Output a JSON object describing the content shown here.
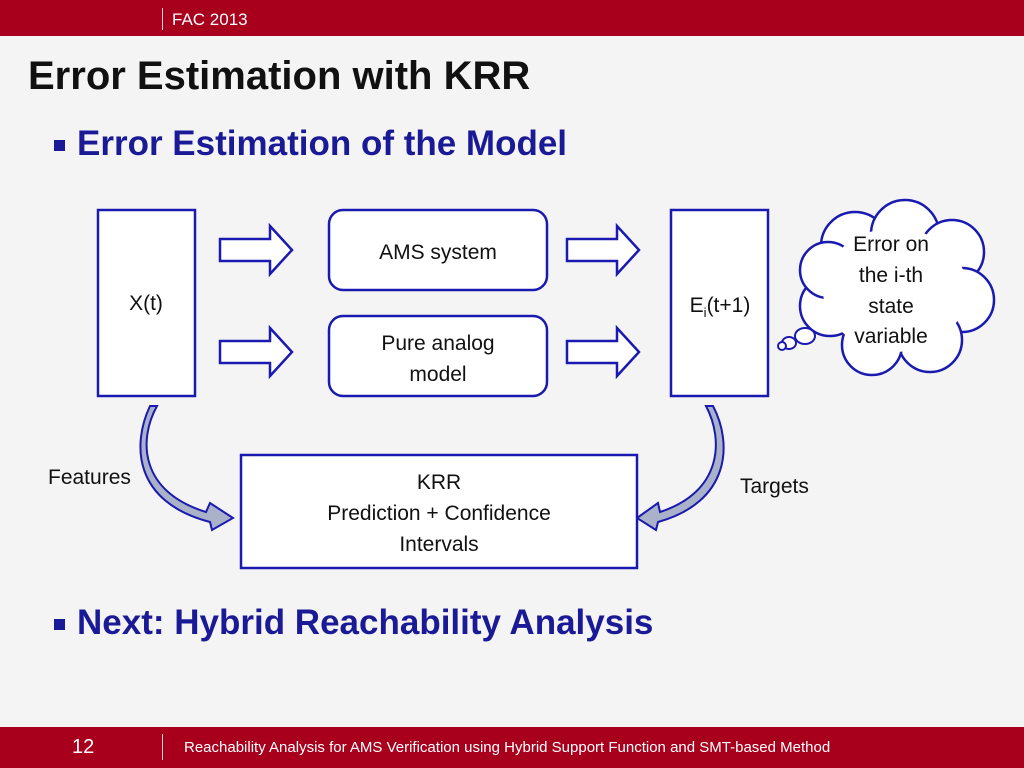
{
  "header": {
    "conference": "FAC 2013"
  },
  "slide": {
    "title": "Error Estimation with KRR",
    "bullets": [
      "Error Estimation of the Model",
      "Next: Hybrid Reachability Analysis"
    ]
  },
  "diagram": {
    "input_box": "X(t)",
    "ams_box": "AMS system",
    "analog_box": [
      "Pure analog",
      "model"
    ],
    "error_box": {
      "base": "E",
      "subscript": "i",
      "suffix": "(t+1)"
    },
    "cloud": [
      "Error on",
      "the i-th",
      "state",
      "variable"
    ],
    "krr_box": [
      "KRR",
      "Prediction + Confidence",
      "Intervals"
    ],
    "features_label": "Features",
    "targets_label": "Targets",
    "colors": {
      "stroke": "#1a1ab0",
      "curved_arrow_fill": "#a9b2c8",
      "accent": "#a8001c"
    }
  },
  "footer": {
    "page_number": "12",
    "text": "Reachability Analysis for AMS Verification using Hybrid Support Function and SMT-based Method"
  }
}
